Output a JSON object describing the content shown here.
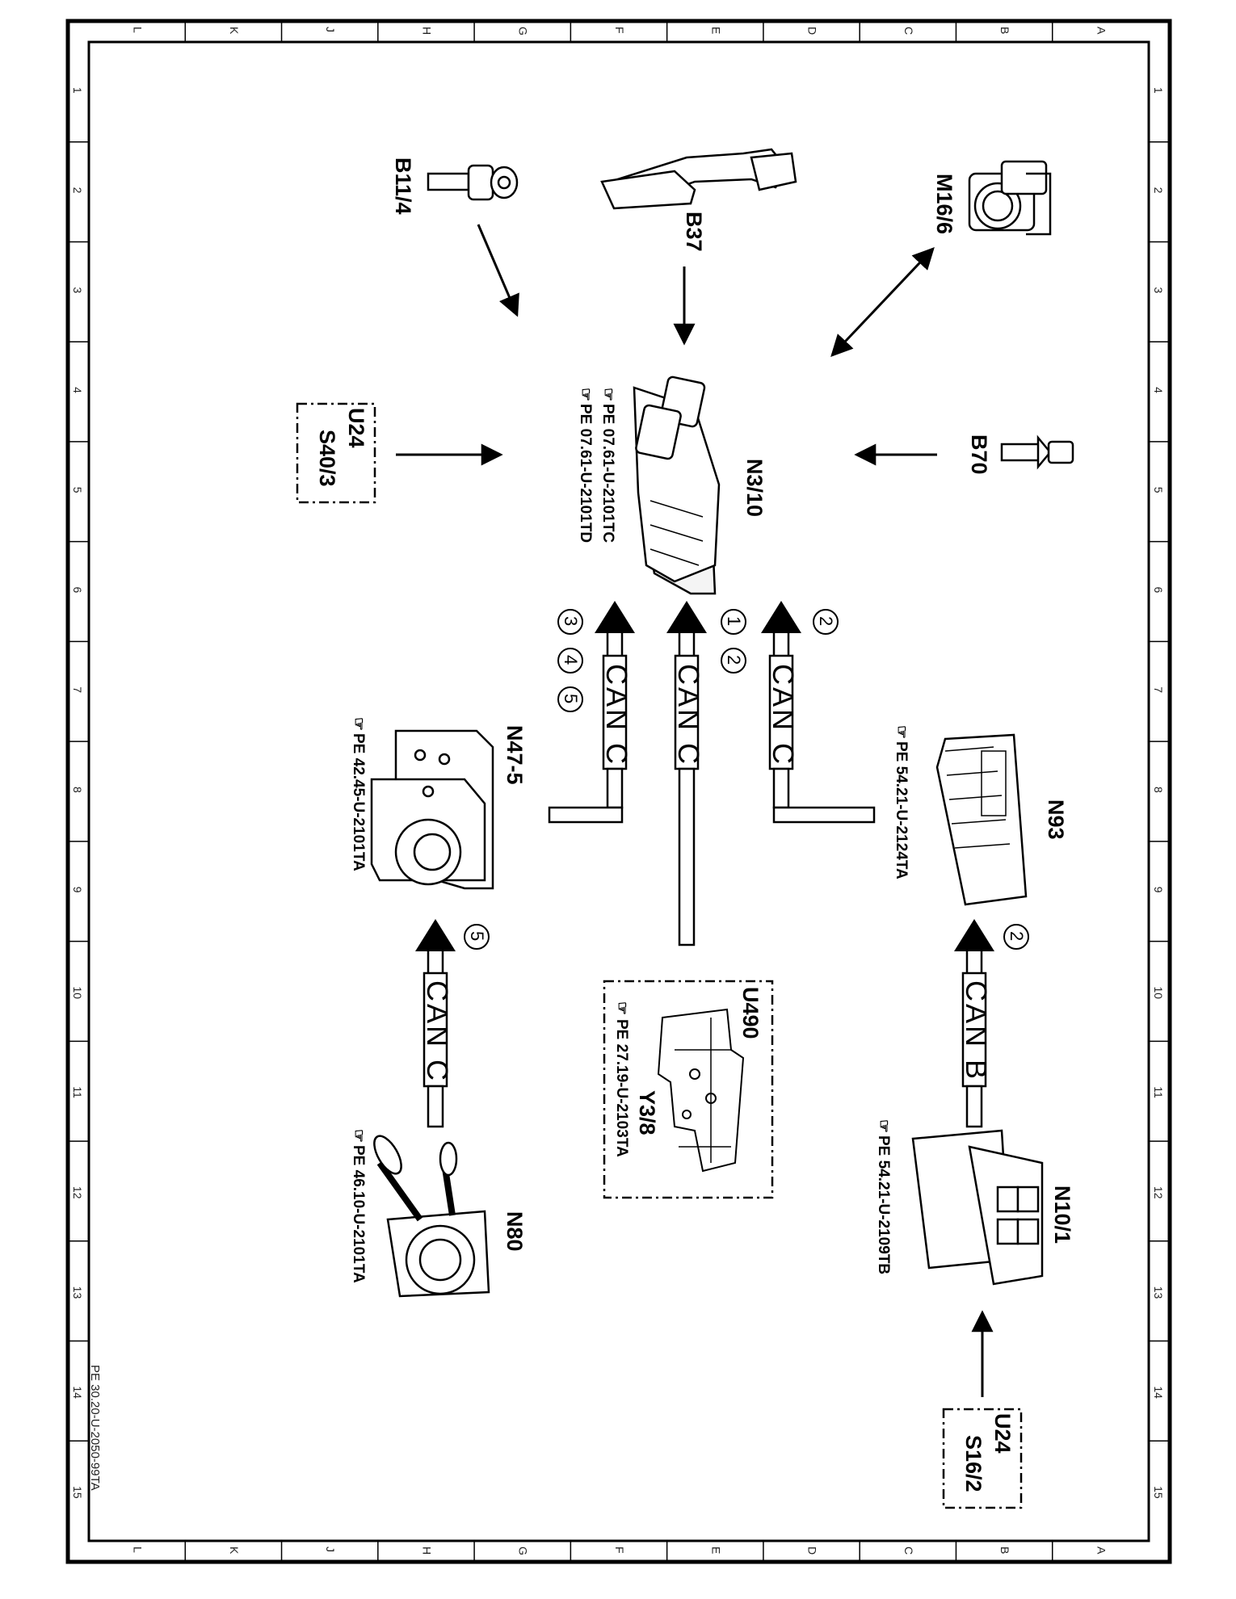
{
  "sheet": {
    "doc_id": "PE 30.20-U-2050-99TA",
    "grid": {
      "letters": [
        "L",
        "K",
        "J",
        "H",
        "G",
        "F",
        "E",
        "D",
        "C",
        "B",
        "A"
      ],
      "numbers": [
        "1",
        "2",
        "3",
        "4",
        "5",
        "6",
        "7",
        "8",
        "9",
        "10",
        "11",
        "12",
        "13",
        "14",
        "15"
      ]
    }
  },
  "components": {
    "b11_4": {
      "label": "B11/4",
      "icon": "sensor-icon"
    },
    "b37": {
      "label": "B37",
      "icon": "pedal-icon"
    },
    "m16_6": {
      "label": "M16/6",
      "icon": "throttle-icon"
    },
    "b70": {
      "label": "B70",
      "icon": "sensor-icon"
    },
    "n3_10": {
      "label": "N3/10",
      "icon": "control-unit-icon",
      "refs": [
        "PE 07.61-U-2101TC",
        "PE 07.61-U-2101TD"
      ]
    },
    "u24_s40": {
      "label1": "U24",
      "label2": "S40/3"
    },
    "n47_5": {
      "label": "N47-5",
      "icon": "hydraulic-unit-icon",
      "ref": "PE 42.45-U-2101TA"
    },
    "n93": {
      "label": "N93",
      "icon": "module-icon",
      "ref": "PE 54.21-U-2124TA"
    },
    "u490": {
      "label1": "U490",
      "label2": "Y3/8",
      "icon": "valve-body-icon",
      "ref": "PE 27.19-U-2103TA"
    },
    "n80": {
      "label": "N80",
      "icon": "steering-column-module-icon",
      "ref": "PE 46.10-U-2101TA"
    },
    "n10_1": {
      "label": "N10/1",
      "icon": "fuse-relay-module-icon",
      "ref": "PE 54.21-U-2109TB"
    },
    "u24_s16": {
      "label1": "U24",
      "label2": "S16/2"
    }
  },
  "buses": {
    "can_c": "CAN C",
    "can_b": "CAN B",
    "circle_numbers": [
      "1",
      "2",
      "3",
      "4",
      "5"
    ]
  },
  "colors": {
    "ink": "#000000",
    "paper": "#ffffff"
  }
}
